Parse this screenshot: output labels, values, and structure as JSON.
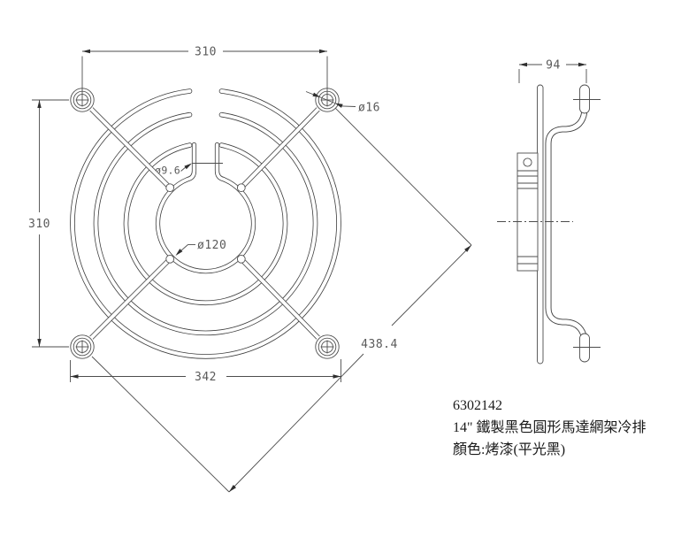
{
  "drawing": {
    "dimensions": {
      "top_width": "310",
      "left_height": "310",
      "bottom_width": "342",
      "diagonal": "438.4",
      "mount_hole_diameter": "ø16",
      "wire_diameter": "ø9.6",
      "center_ring_diameter": "ø120",
      "side_depth": "94"
    },
    "product": {
      "part_number": "6302142",
      "description": "14\" 鐵製黑色圓形馬達網架冷排",
      "color": "顏色:烤漆(平光黑)"
    },
    "colors": {
      "line": "#4d4d4d",
      "background": "#ffffff"
    }
  }
}
